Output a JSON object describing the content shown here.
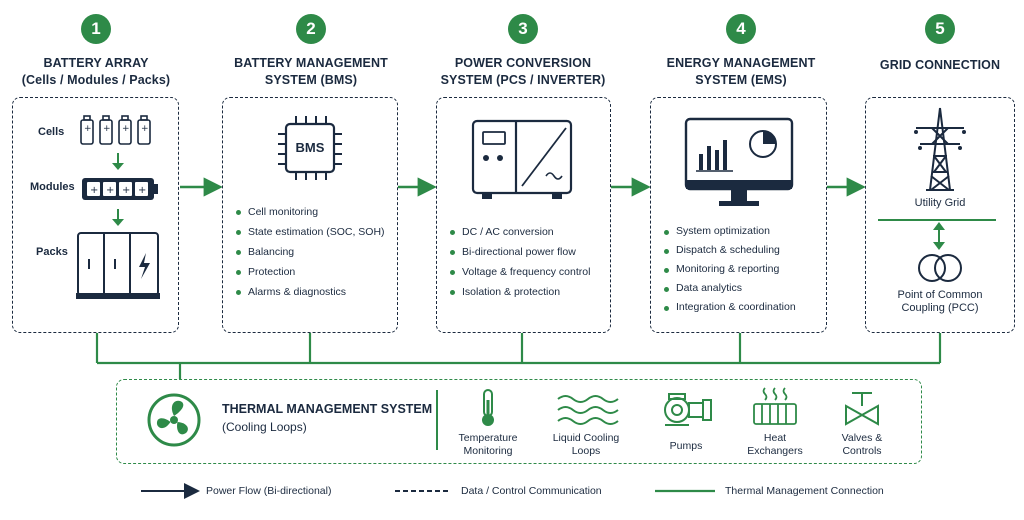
{
  "stages": [
    {
      "number": "1",
      "title_line1": "BATTERY ARRAY",
      "title_line2": "(Cells / Modules / Packs)"
    },
    {
      "number": "2",
      "title_line1": "BATTERY MANAGEMENT",
      "title_line2": "SYSTEM (BMS)"
    },
    {
      "number": "3",
      "title_line1": "POWER CONVERSION",
      "title_line2": "SYSTEM (PCS / INVERTER)"
    },
    {
      "number": "4",
      "title_line1": "ENERGY MANAGEMENT",
      "title_line2": "SYSTEM (EMS)"
    },
    {
      "number": "5",
      "title_line1": "GRID CONNECTION",
      "title_line2": ""
    }
  ],
  "battery": {
    "cells": "Cells",
    "modules": "Modules",
    "packs": "Packs"
  },
  "bms": {
    "chip_label": "BMS",
    "items": [
      "Cell monitoring",
      "State estimation (SOC, SOH)",
      "Balancing",
      "Protection",
      "Alarms & diagnostics"
    ]
  },
  "pcs": {
    "items": [
      "DC / AC conversion",
      "Bi-directional power flow",
      "Voltage & frequency control",
      "Isolation & protection"
    ]
  },
  "ems": {
    "items": [
      "System optimization",
      "Dispatch & scheduling",
      "Monitoring & reporting",
      "Data analytics",
      "Integration & coordination"
    ]
  },
  "grid": {
    "utility": "Utility Grid",
    "pcc_line1": "Point of Common",
    "pcc_line2": "Coupling (PCC)"
  },
  "thermal": {
    "title": "THERMAL MANAGEMENT SYSTEM",
    "subtitle": "(Cooling Loops)",
    "items": [
      {
        "line1": "Temperature",
        "line2": "Monitoring",
        "icon": "thermometer-icon"
      },
      {
        "line1": "Liquid Cooling",
        "line2": "Loops",
        "icon": "waves-icon"
      },
      {
        "line1": "Pumps",
        "line2": "",
        "icon": "pump-icon"
      },
      {
        "line1": "Heat",
        "line2": "Exchangers",
        "icon": "radiator-icon"
      },
      {
        "line1": "Valves &",
        "line2": "Controls",
        "icon": "valve-icon"
      }
    ]
  },
  "legend": {
    "power": "Power Flow (Bi-directional)",
    "data": "Data / Control Communication",
    "thermal": "Thermal Management Connection"
  },
  "colors": {
    "green": "#2e8a48",
    "navy": "#1b2a3f"
  }
}
